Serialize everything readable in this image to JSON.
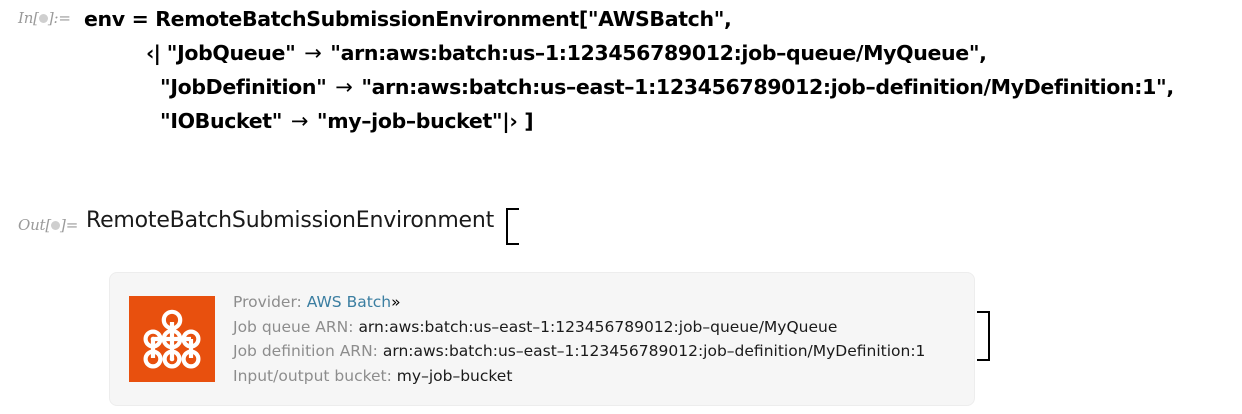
{
  "notebook": {
    "input_label": "In[",
    "input_label_tail": "]:=",
    "output_label": "Out[",
    "output_label_tail": "]=",
    "input": {
      "line1": "env = RemoteBatchSubmissionEnvironment[\"AWSBatch\",",
      "line2_open": "‹|",
      "line2_key": "\"JobQueue\"",
      "line2_arrow": "→",
      "line2_value": "\"arn:aws:batch:us–1:123456789012:job–queue/MyQueue\",",
      "line3_key": "\"JobDefinition\"",
      "line3_arrow": "→",
      "line3_value": "\"arn:aws:batch:us–east–1:123456789012:job–definition/MyDefinition:1\",",
      "line4_key": "\"IOBucket\"",
      "line4_arrow": "→",
      "line4_value": "\"my–job–bucket\"|› ]"
    },
    "output": {
      "head": "RemoteBatchSubmissionEnvironment"
    }
  },
  "card": {
    "icon_name": "aws-batch-icon",
    "icon_color": "#e8500e",
    "rows": [
      {
        "label": "Provider:",
        "value": "AWS Batch",
        "is_link": true,
        "chevron": "»"
      },
      {
        "label": "Job queue ARN:",
        "value": "arn:aws:batch:us–east–1:123456789012:job–queue/MyQueue",
        "is_link": false
      },
      {
        "label": "Job definition ARN:",
        "value": "arn:aws:batch:us–east–1:123456789012:job–definition/MyDefinition:1",
        "is_link": false
      },
      {
        "label": "Input/output bucket:",
        "value": "my–job–bucket",
        "is_link": false
      }
    ]
  }
}
